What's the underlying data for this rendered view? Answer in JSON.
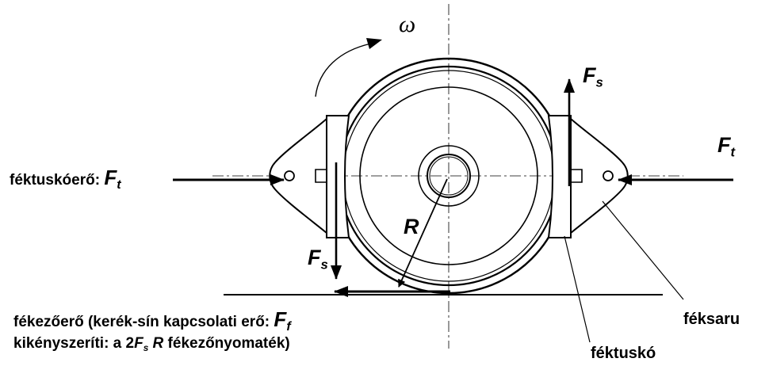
{
  "labels": {
    "omega": "ω",
    "pad_force_prefix": "féktuskóerő:",
    "F": "F",
    "t": "t",
    "s": "s",
    "f": "f",
    "R": "R",
    "braking_line1_prefix": "fékezőerő (kerék-sín kapcsolati erő:",
    "braking_line2_prefix": "kikényszeríti: a 2",
    "braking_line2_suffix": "fékezőnyomaték)",
    "shoe_holder": "féksaru",
    "brake_shoe": "féktuskó"
  }
}
